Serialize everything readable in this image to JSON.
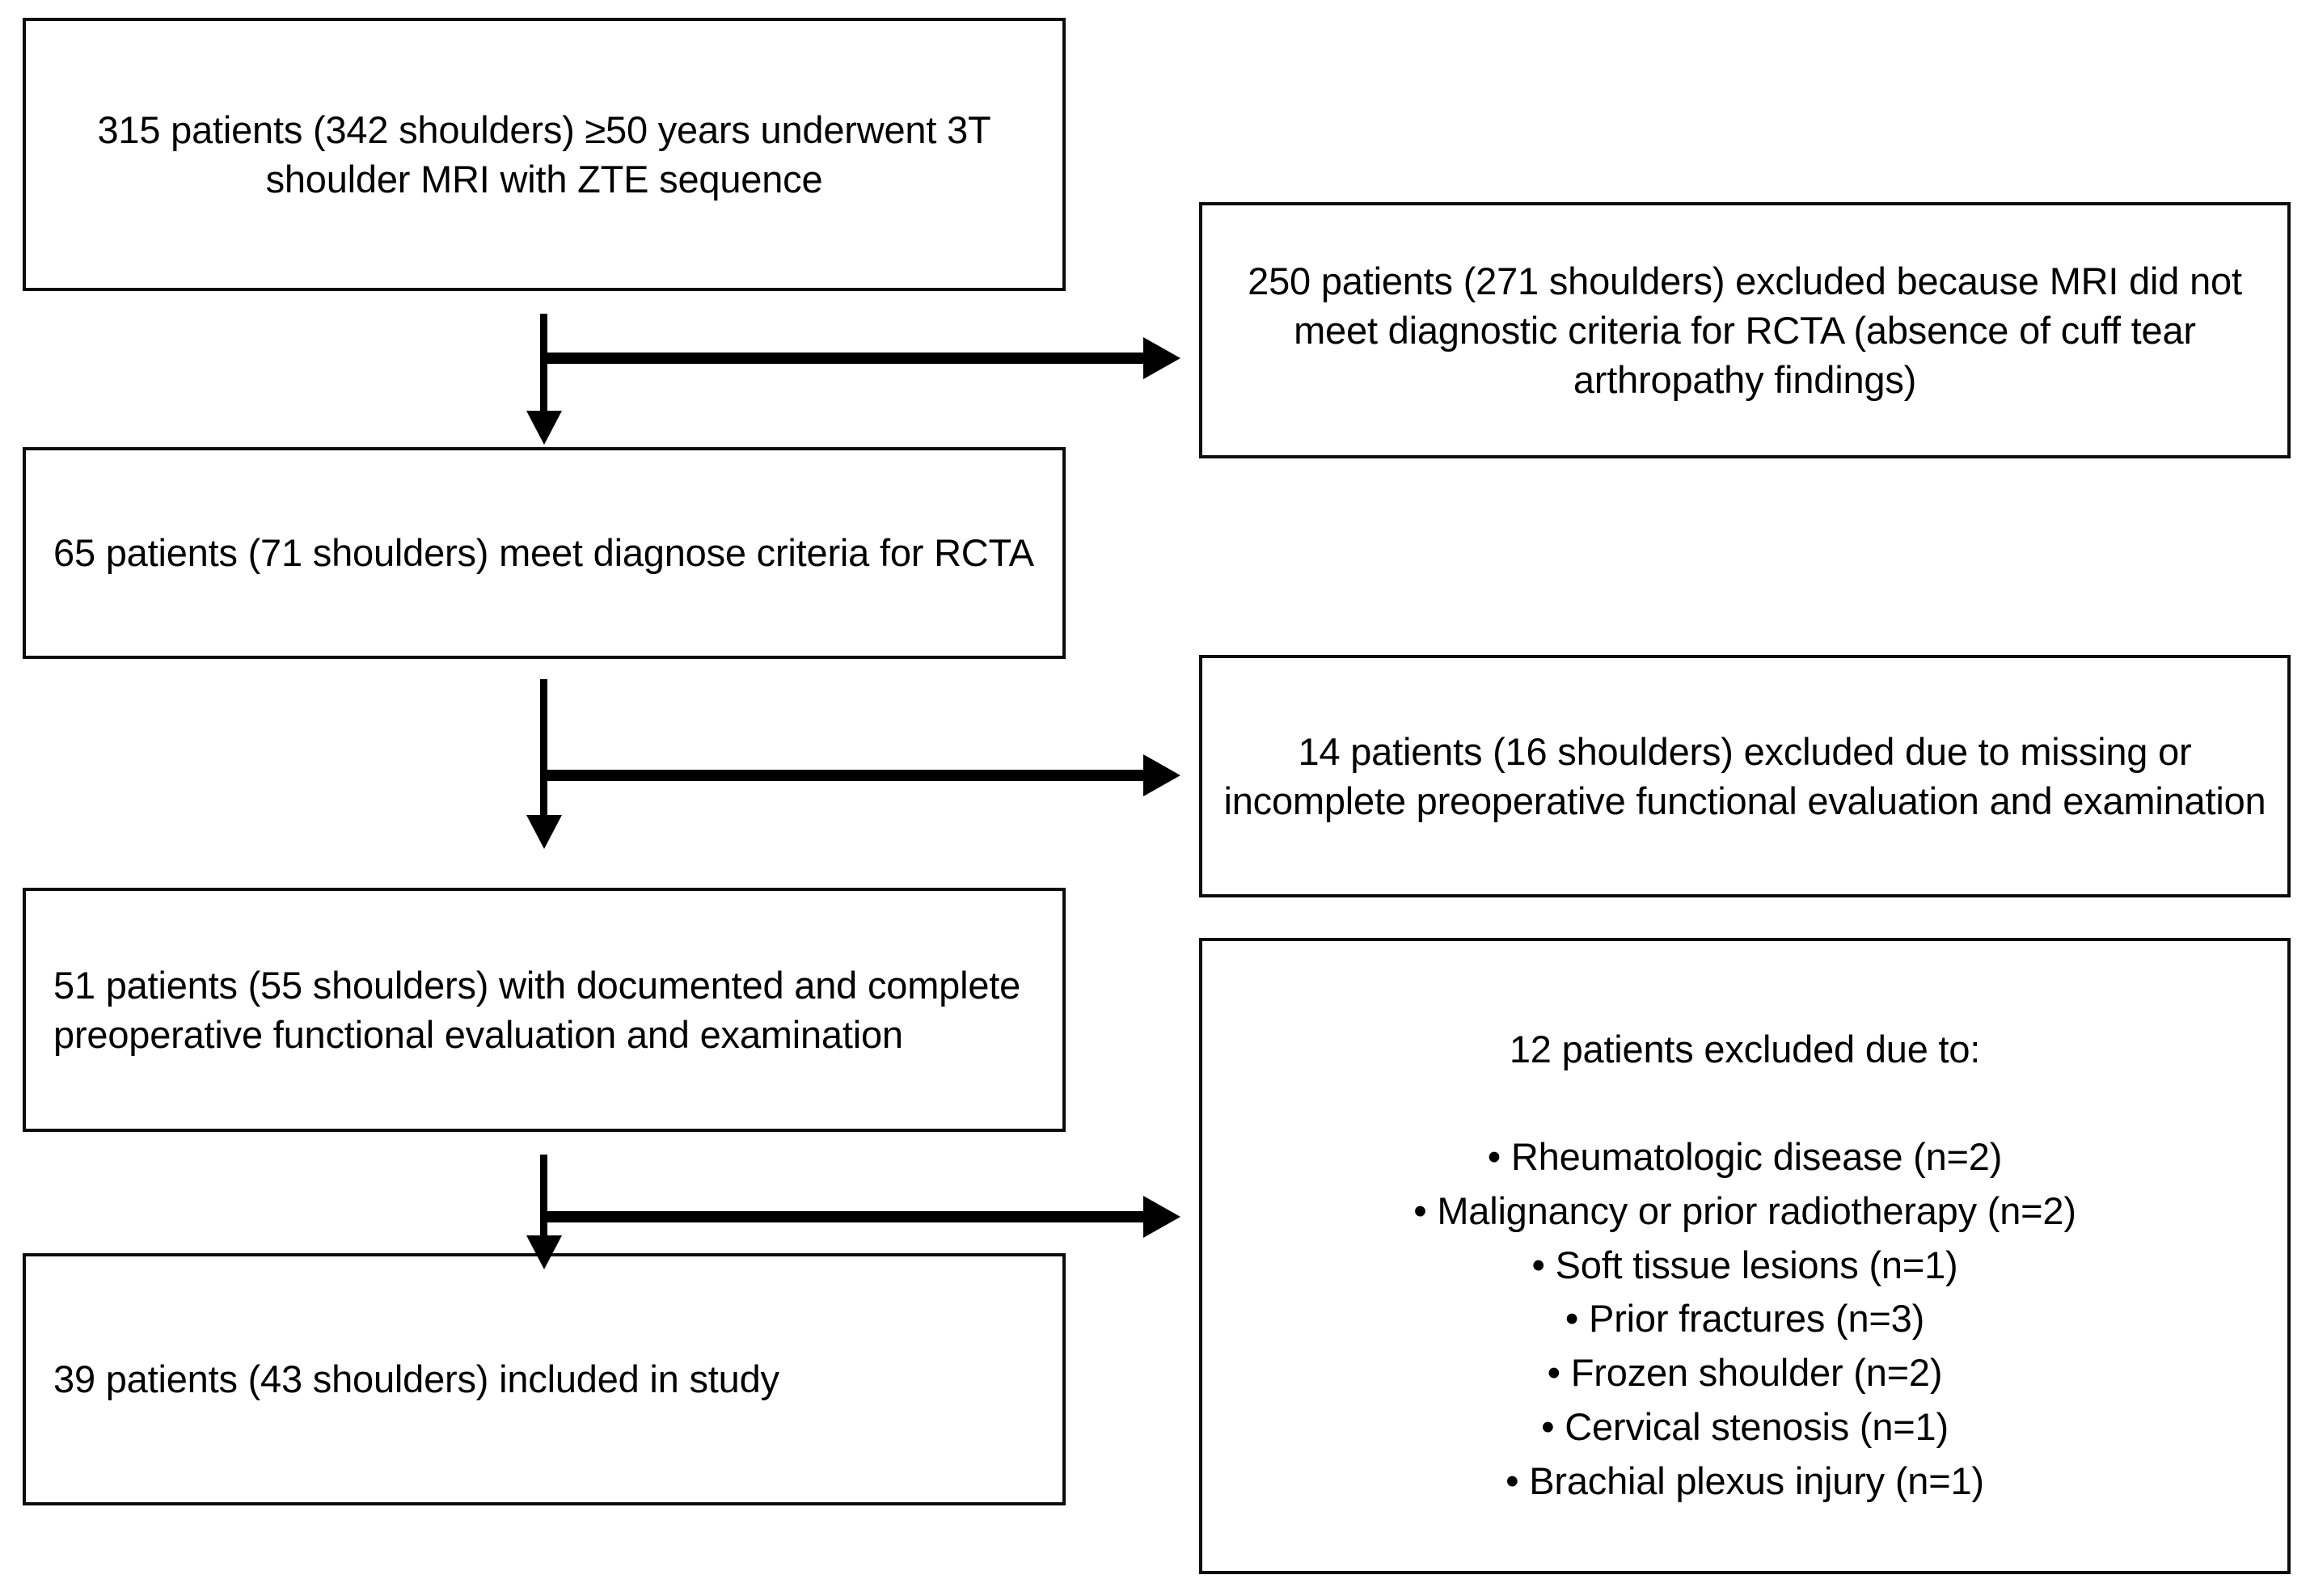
{
  "figure": {
    "type": "flowchart",
    "orientation": "top-to-bottom with right-side exclusion branches",
    "background_color": "#ffffff",
    "stroke_color": "#000000"
  },
  "nodes": {
    "screened": {
      "id": "screened",
      "column": "left",
      "text": "315 patients (342 shoulders) ≥50 years underwent 3T shoulder MRI with ZTE sequence",
      "patients": 315,
      "shoulders": 342
    },
    "eligible": {
      "id": "eligible",
      "column": "left",
      "text": "65 patients (71 shoulders) meet diagnose criteria for RCTA",
      "patients": 65,
      "shoulders": 71
    },
    "documented": {
      "id": "documented",
      "column": "left",
      "text": "51 patients (55 shoulders) with documented and complete preoperative functional evaluation and examination",
      "patients": 51,
      "shoulders": 55
    },
    "included": {
      "id": "included",
      "column": "left",
      "text": "39 patients (43 shoulders) included in study",
      "patients": 39,
      "shoulders": 43
    },
    "excluded_mri": {
      "id": "excluded_mri",
      "column": "right",
      "text": "250 patients (271 shoulders) excluded because MRI did not meet diagnostic criteria for RCTA (absence of cuff tear arthropathy findings)",
      "patients": 250,
      "shoulders": 271
    },
    "excluded_functional": {
      "id": "excluded_functional",
      "column": "right",
      "text": "14 patients (16 shoulders) excluded due to missing or incomplete preoperative functional evaluation and examination",
      "patients": 14,
      "shoulders": 16
    },
    "excluded_other": {
      "id": "excluded_other",
      "column": "right",
      "heading": "12 patients excluded due to:",
      "patients": 12,
      "reasons": [
        {
          "label": "Rheumatologic disease (n=2)",
          "n": 2
        },
        {
          "label": "Malignancy or prior radiotherapy (n=2)",
          "n": 2
        },
        {
          "label": "Soft tissue lesions (n=1)",
          "n": 1
        },
        {
          "label": "Prior fractures (n=3)",
          "n": 3
        },
        {
          "label": "Frozen shoulder (n=2)",
          "n": 2
        },
        {
          "label": "Cervical stenosis (n=1)",
          "n": 1
        },
        {
          "label": "Brachial plexus injury (n=1)",
          "n": 1
        }
      ],
      "bullet_glyph": "•"
    }
  },
  "connectors": [
    {
      "id": "c1-down",
      "from": "screened",
      "to": "eligible",
      "direction": "down"
    },
    {
      "id": "c1-right",
      "from": "screened",
      "to": "excluded_mri",
      "direction": "right"
    },
    {
      "id": "c2-down",
      "from": "eligible",
      "to": "documented",
      "direction": "down"
    },
    {
      "id": "c2-right",
      "from": "eligible",
      "to": "excluded_functional",
      "direction": "right"
    },
    {
      "id": "c3-down",
      "from": "documented",
      "to": "included",
      "direction": "down"
    },
    {
      "id": "c3-right",
      "from": "documented",
      "to": "excluded_other",
      "direction": "right"
    }
  ]
}
